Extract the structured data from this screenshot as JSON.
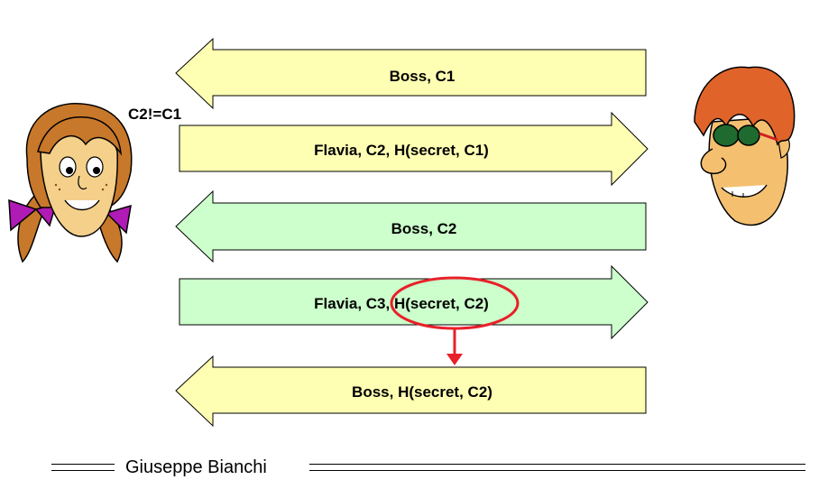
{
  "messages": [
    {
      "label": "Boss, C1",
      "direction": "left",
      "color": "#ffffb3"
    },
    {
      "label": "Flavia, C2, H(secret, C1)",
      "direction": "right",
      "color": "#ffffb3"
    },
    {
      "label": "Boss, C2",
      "direction": "left",
      "color": "#ccffcc"
    },
    {
      "label": "Flavia, C3, H(secret, C2)",
      "direction": "right",
      "color": "#ccffcc"
    },
    {
      "label": "Boss, H(secret, C2)",
      "direction": "left",
      "color": "#ffffb3"
    }
  ],
  "condition_label": "C2!=C1",
  "highlight_color": "#e8202a",
  "characters": {
    "left": "girl-icon",
    "right": "boy-with-sunglasses-icon"
  },
  "footer": {
    "author": "Giuseppe Bianchi"
  }
}
